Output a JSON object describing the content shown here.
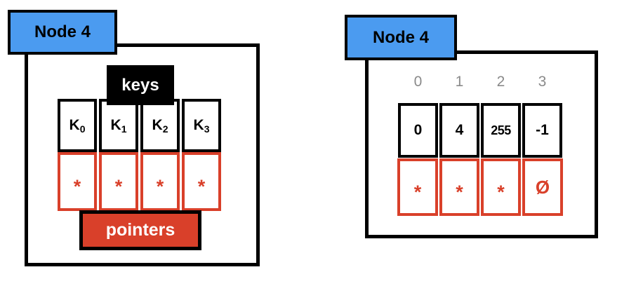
{
  "colors": {
    "node_label_blue": "#4B9BF0",
    "pointer_red": "#D9402A",
    "caption_black": "#000000",
    "index_gray": "#8A8A8A",
    "background": "#ffffff"
  },
  "left_node": {
    "title": "Node 4",
    "keys_caption": "keys",
    "pointers_caption": "pointers",
    "key_cells": [
      {
        "base": "K",
        "sub": "0"
      },
      {
        "base": "K",
        "sub": "1"
      },
      {
        "base": "K",
        "sub": "2"
      },
      {
        "base": "K",
        "sub": "3"
      }
    ],
    "pointer_cells": [
      "*",
      "*",
      "*",
      "*"
    ]
  },
  "right_node": {
    "title": "Node 4",
    "slot_indices": [
      "0",
      "1",
      "2",
      "3"
    ],
    "key_values": [
      "0",
      "4",
      "255",
      "-1"
    ],
    "pointer_cells": [
      "*",
      "*",
      "*",
      "Ø"
    ]
  }
}
